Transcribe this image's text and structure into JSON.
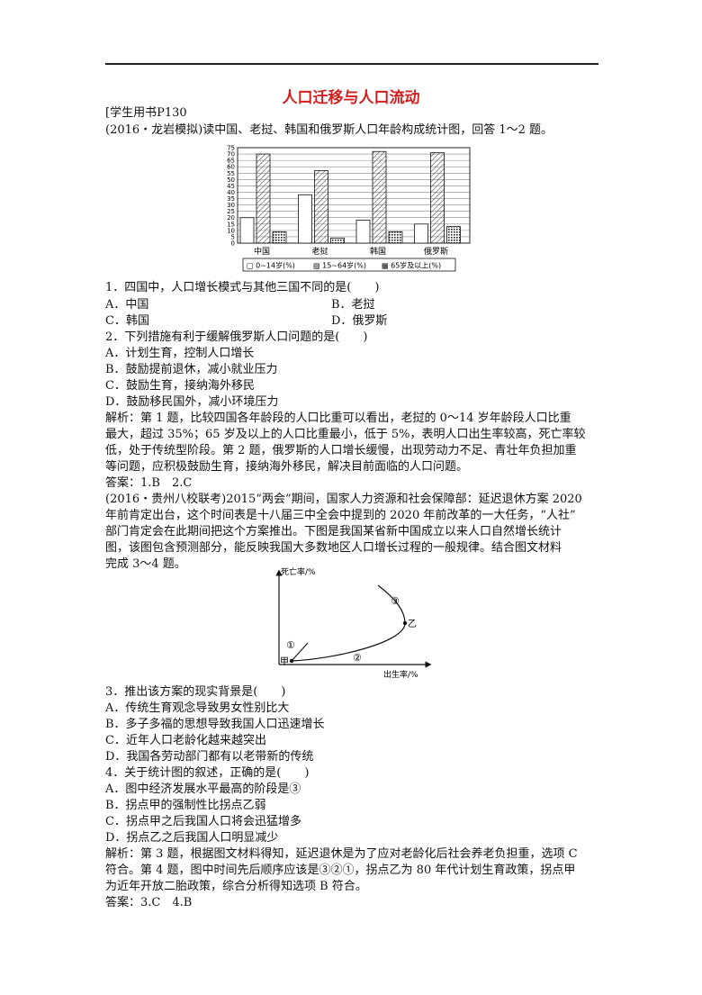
{
  "title": "人口迁移与人口流动",
  "header_ref": "[学生用书P130",
  "intro1": "(2016・龙岩模拟)读中国、老挝、韩国和俄罗斯人口年龄构成统计图，回答 1～2 题。",
  "chart_data": {
    "type": "bar",
    "categories": [
      "中国",
      "老挝",
      "韩国",
      "俄罗斯"
    ],
    "series": [
      {
        "name": "0~14岁(%)",
        "values": [
          20,
          38,
          18,
          15
        ],
        "pattern": "blank"
      },
      {
        "name": "15~64岁(%)",
        "values": [
          70,
          57,
          72,
          71
        ],
        "pattern": "diagonal"
      },
      {
        "name": "65岁及以上(%)",
        "values": [
          9,
          4,
          9,
          13
        ],
        "pattern": "crosshatch"
      }
    ],
    "yticks": [
      "0",
      "5",
      "10",
      "15",
      "20",
      "25",
      "30",
      "35",
      "40",
      "45",
      "50",
      "55",
      "60",
      "65",
      "70",
      "75"
    ],
    "ylim": [
      0,
      75
    ],
    "grid": true,
    "legend": [
      "□ 0~14岁(%)",
      "▨ 15~64岁(%)",
      "▩ 65岁及以上(%)"
    ]
  },
  "q1": {
    "stem": "1．四国中，人口增长模式与其他三国不同的是(　　)",
    "A": "A．中国",
    "B": "B．老挝",
    "C": "C．韩国",
    "D": "D．俄罗斯"
  },
  "q2": {
    "stem": "2．下列措施有利于缓解俄罗斯人口问题的是(　　)",
    "A": "A．计划生育，控制人口增长",
    "B": "B．鼓励提前退休，减小就业压力",
    "C": "C．鼓励生育，接纳海外移民",
    "D": "D．鼓励移民国外，减小环境压力"
  },
  "analysis1": [
    "解析：第 1 题，比较四国各年龄段的人口比重可以看出，老挝的 0～14 岁年龄段人口比重",
    "最大，超过 35%；65 岁及以上的人口比重最小，低于 5%，表明人口出生率较高，死亡率较",
    "低，处于传统型阶段。第 2 题，俄罗斯的人口增长缓慢，出现劳动力不足、青壮年负担加重",
    "等问题，应积极鼓励生育，接纳海外移民，解决目前面临的人口问题。"
  ],
  "answer1": "答案：1.B　2.C",
  "intro2": [
    "(2016・贵州八校联考)2015“两会”期间，国家人力资源和社会保障部：延迟退休方案 2020",
    "年前肯定出台，这个时间表是十八届三中全会中提到的 2020 年前改革的一大任务，“人社”",
    "部门肯定会在此期间把这个方案推出。下图是我国某省新中国成立以来人口自然增长统计",
    "图，该图包含预测部分，能反映我国大多数地区人口增长过程的一般规律。结合图文材料",
    "完成 3～4 题。"
  ],
  "diagram": {
    "y_label": "死亡率/%",
    "x_label": "出生率/%",
    "points": [
      "甲",
      "乙"
    ],
    "stages": [
      "①",
      "②",
      "③"
    ]
  },
  "q3": {
    "stem": "3．推出该方案的现实背景是(　　)",
    "A": "A．传统生育观念导致男女性别比大",
    "B": "B．多子多福的思想导致我国人口迅速增长",
    "C": "C．近年人口老龄化越来越突出",
    "D": "D．我国各劳动部门都有以老带新的传统"
  },
  "q4": {
    "stem": "4．关于统计图的叙述，正确的是(　　)",
    "A": "A．图中经济发展水平最高的阶段是③",
    "B": "B．拐点甲的强制性比拐点乙弱",
    "C": "C．拐点甲之后我国人口将会迅猛增多",
    "D": "D．拐点乙之后我国人口明显减少"
  },
  "analysis2": [
    "解析：第 3 题，根据图文材料得知，延迟退休是为了应对老龄化后社会养老负担重，选项 C",
    "符合。第 4 题，图中时间先后顺序应该是③②①，拐点乙为 80 年代计划生育政策，拐点甲",
    "为近年开放二胎政策，综合分析得知选项 B 符合。"
  ],
  "answer2": "答案：3.C　4.B"
}
